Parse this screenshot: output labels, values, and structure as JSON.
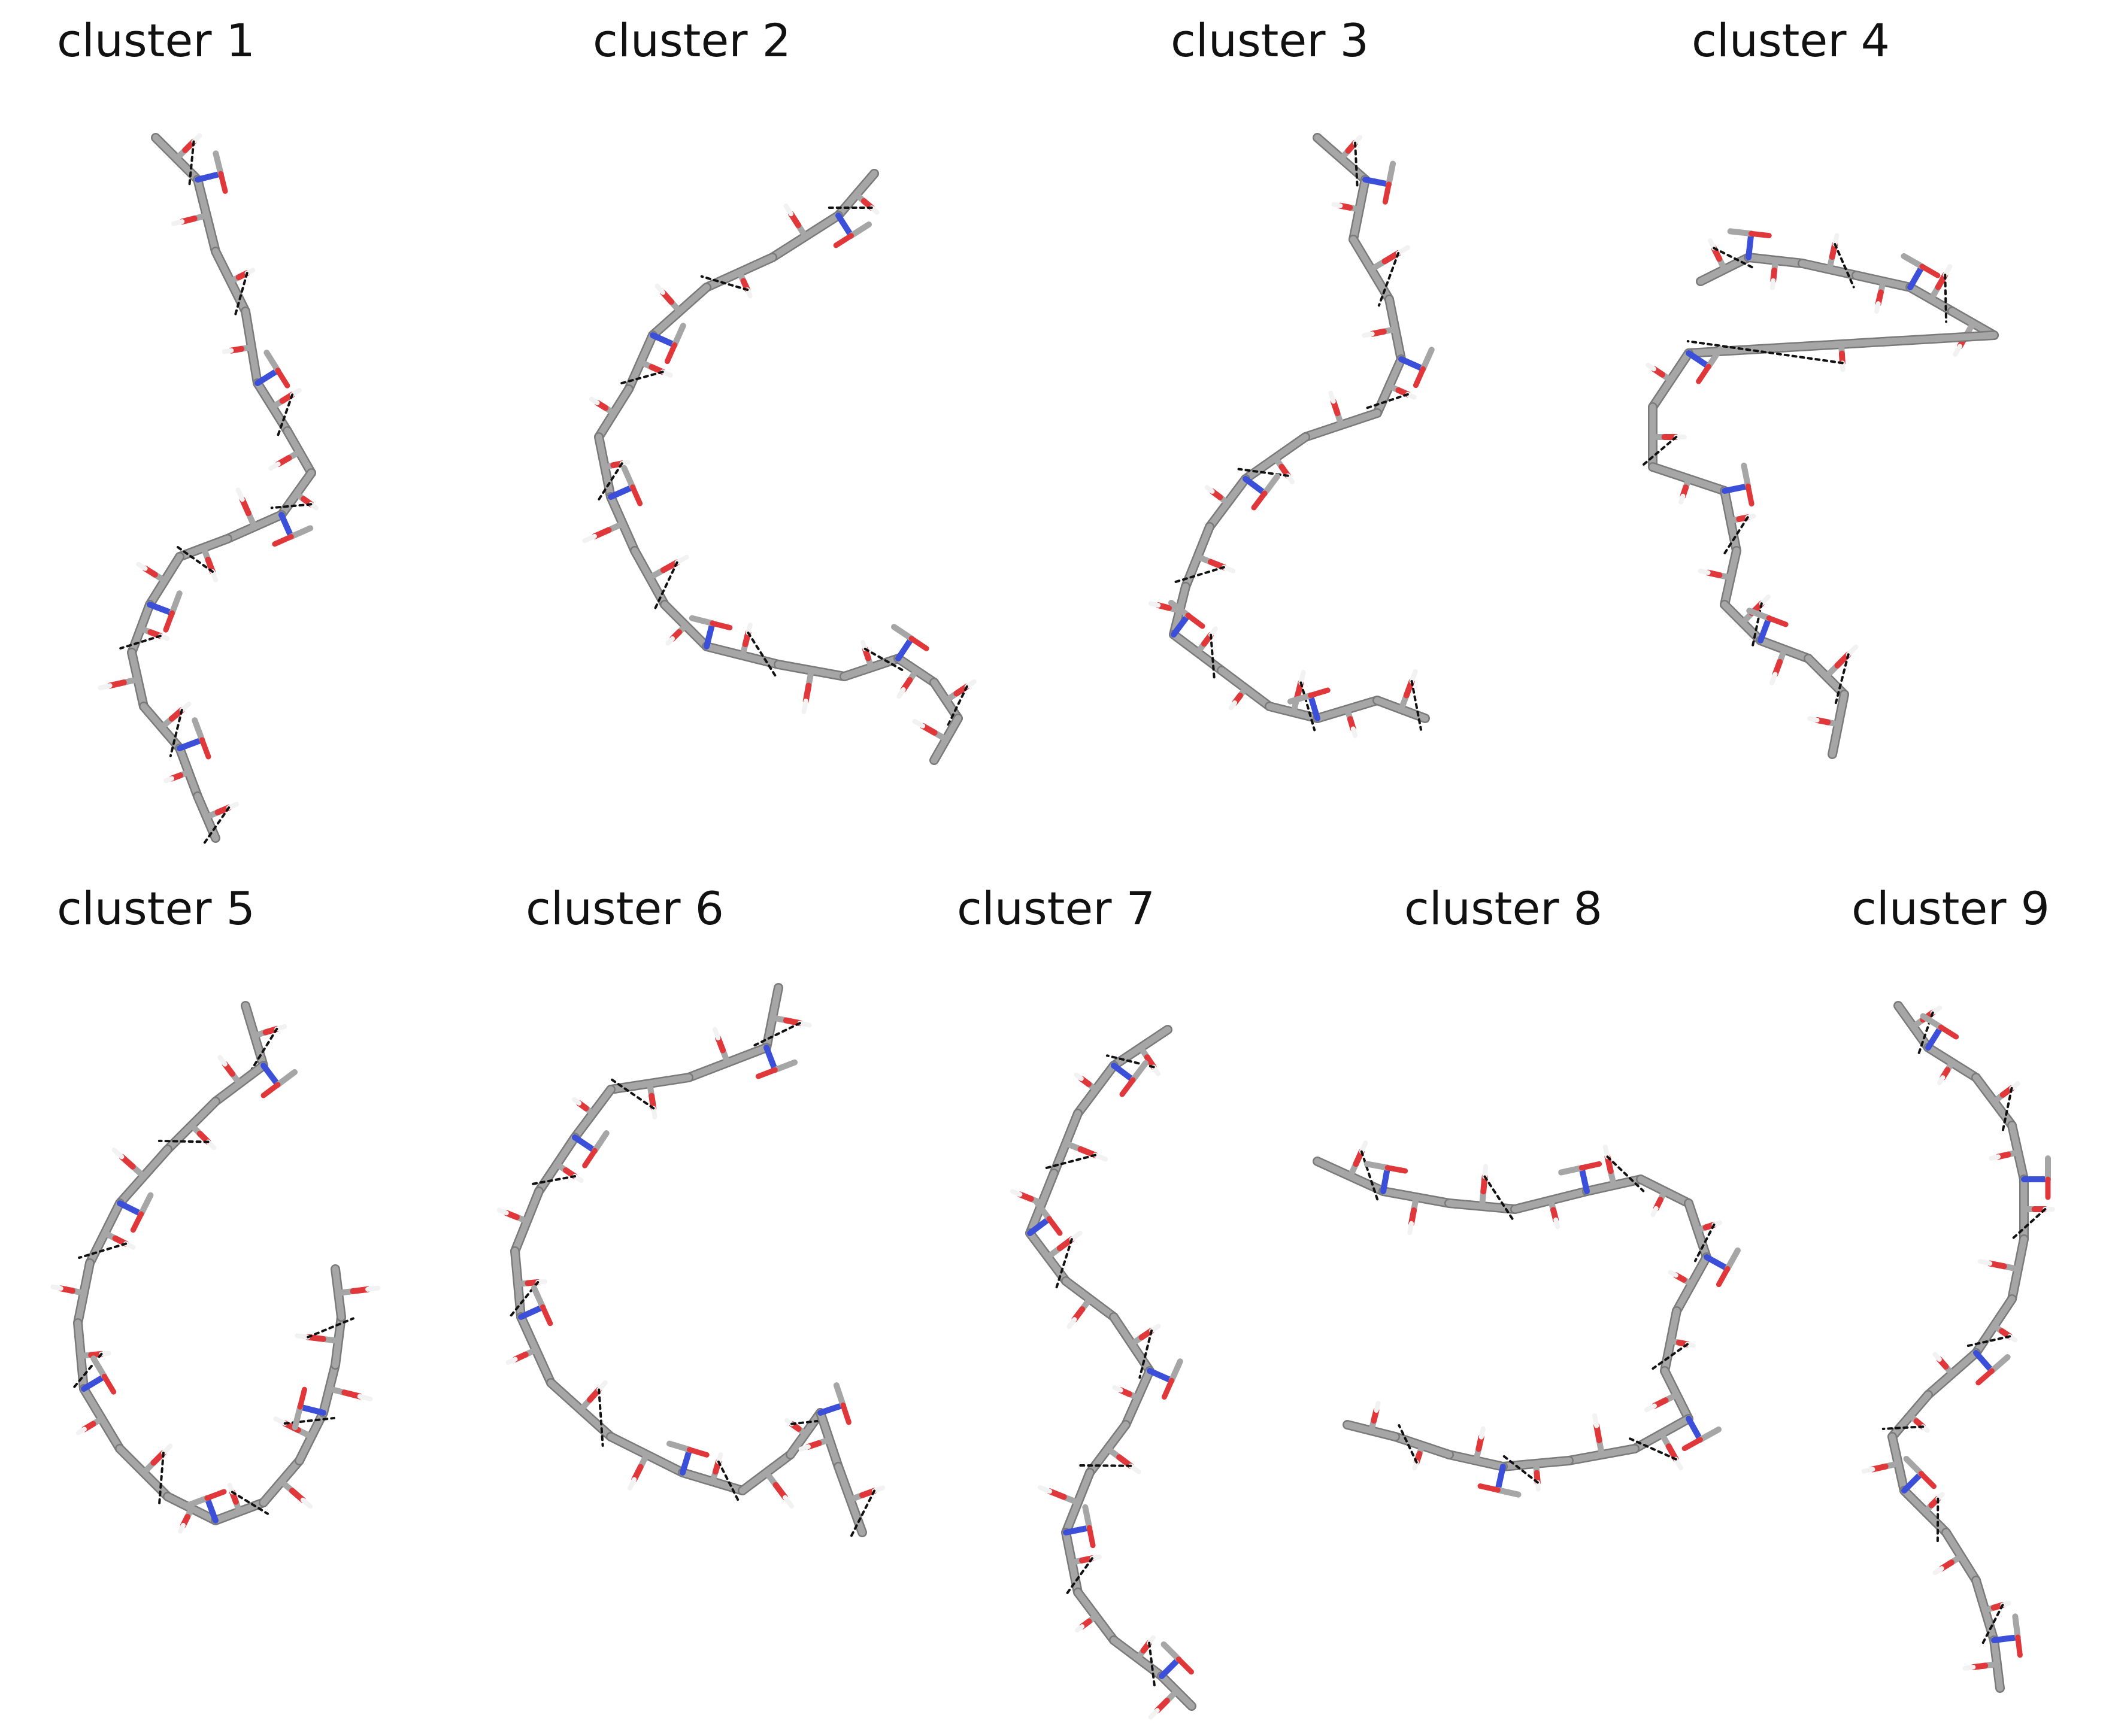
{
  "figure": {
    "clusters": [
      {
        "label": "cluster 1"
      },
      {
        "label": "cluster 2"
      },
      {
        "label": "cluster 3"
      },
      {
        "label": "cluster 4"
      },
      {
        "label": "cluster 5"
      },
      {
        "label": "cluster 6"
      },
      {
        "label": "cluster 7"
      },
      {
        "label": "cluster 8"
      },
      {
        "label": "cluster 9"
      }
    ]
  },
  "colors": {
    "carbon_bond": "#a6a6a6",
    "bond_outline": "#7a7a7a",
    "oxygen": "#e0383a",
    "nitrogen": "#3b4fd8",
    "hydrogen": "#f2f2f2",
    "hbond": "#111111"
  },
  "icons": [
    "molecular-structure-icon"
  ]
}
